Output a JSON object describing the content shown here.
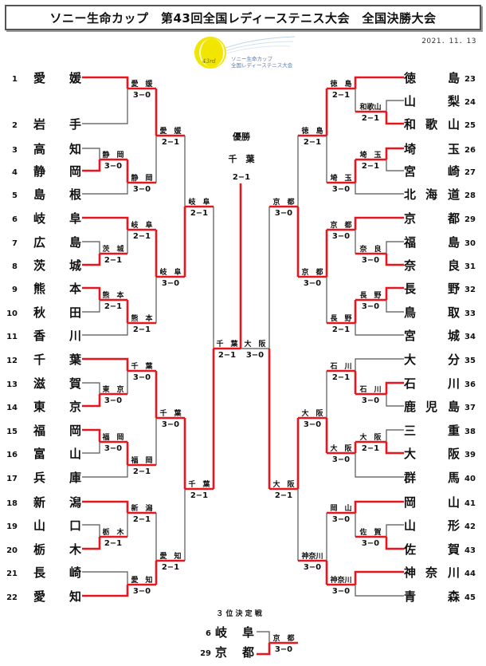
{
  "header": {
    "title": "ソニー生命カップ　第43回全国レディーステニス大会　全国決勝大会",
    "date": "2021．11．13",
    "logo": {
      "edition": "43rd",
      "line1": "ソニー生命カップ",
      "line2": "全国レディーステニス大会",
      "ball_color": "#f2e600"
    }
  },
  "colors": {
    "winner_line": "#e8141e",
    "loser_line": "#555555"
  },
  "left_entries": [
    {
      "no": "1",
      "a": "愛",
      "b": "媛"
    },
    {
      "no": "2",
      "a": "岩",
      "b": "手"
    },
    {
      "no": "3",
      "a": "高",
      "b": "知"
    },
    {
      "no": "4",
      "a": "静",
      "b": "岡"
    },
    {
      "no": "5",
      "a": "島",
      "b": "根"
    },
    {
      "no": "6",
      "a": "岐",
      "b": "阜"
    },
    {
      "no": "7",
      "a": "広",
      "b": "島"
    },
    {
      "no": "8",
      "a": "茨",
      "b": "城"
    },
    {
      "no": "9",
      "a": "熊",
      "b": "本"
    },
    {
      "no": "10",
      "a": "秋",
      "b": "田"
    },
    {
      "no": "11",
      "a": "香",
      "b": "川"
    },
    {
      "no": "12",
      "a": "千",
      "b": "葉"
    },
    {
      "no": "13",
      "a": "滋",
      "b": "賀"
    },
    {
      "no": "14",
      "a": "東",
      "b": "京"
    },
    {
      "no": "15",
      "a": "福",
      "b": "岡"
    },
    {
      "no": "16",
      "a": "富",
      "b": "山"
    },
    {
      "no": "17",
      "a": "兵",
      "b": "庫"
    },
    {
      "no": "18",
      "a": "新",
      "b": "潟"
    },
    {
      "no": "19",
      "a": "山",
      "b": "口"
    },
    {
      "no": "20",
      "a": "栃",
      "b": "木"
    },
    {
      "no": "21",
      "a": "長",
      "b": "崎"
    },
    {
      "no": "22",
      "a": "愛",
      "b": "知"
    }
  ],
  "right_entries": [
    {
      "no": "23",
      "a": "徳",
      "m": "",
      "b": "島"
    },
    {
      "no": "24",
      "a": "山",
      "m": "",
      "b": "梨"
    },
    {
      "no": "25",
      "a": "和",
      "m": "歌",
      "b": "山"
    },
    {
      "no": "26",
      "a": "埼",
      "m": "",
      "b": "玉"
    },
    {
      "no": "27",
      "a": "宮",
      "m": "",
      "b": "崎"
    },
    {
      "no": "28",
      "a": "北",
      "m": "海",
      "b": "道"
    },
    {
      "no": "29",
      "a": "京",
      "m": "",
      "b": "都"
    },
    {
      "no": "30",
      "a": "福",
      "m": "",
      "b": "島"
    },
    {
      "no": "31",
      "a": "奈",
      "m": "",
      "b": "良"
    },
    {
      "no": "32",
      "a": "長",
      "m": "",
      "b": "野"
    },
    {
      "no": "33",
      "a": "鳥",
      "m": "",
      "b": "取"
    },
    {
      "no": "34",
      "a": "宮",
      "m": "",
      "b": "城"
    },
    {
      "no": "35",
      "a": "大",
      "m": "",
      "b": "分"
    },
    {
      "no": "36",
      "a": "石",
      "m": "",
      "b": "川"
    },
    {
      "no": "37",
      "a": "鹿",
      "m": "児",
      "b": "島"
    },
    {
      "no": "38",
      "a": "三",
      "m": "",
      "b": "重"
    },
    {
      "no": "39",
      "a": "大",
      "m": "",
      "b": "阪"
    },
    {
      "no": "40",
      "a": "群",
      "m": "",
      "b": "馬"
    },
    {
      "no": "41",
      "a": "岡",
      "m": "",
      "b": "山"
    },
    {
      "no": "42",
      "a": "山",
      "m": "",
      "b": "形"
    },
    {
      "no": "43",
      "a": "佐",
      "m": "",
      "b": "賀"
    },
    {
      "no": "44",
      "a": "神",
      "m": "奈",
      "b": "川"
    },
    {
      "no": "45",
      "a": "青",
      "m": "",
      "b": "森"
    }
  ],
  "left_matches": [
    {
      "id": "L1",
      "round": 1,
      "top": "e1",
      "bottom": "e2",
      "winner": "top",
      "winner_name": "愛　媛",
      "score": "3−0"
    },
    {
      "id": "L2",
      "round": 1,
      "top": "e3",
      "bottom": "e4",
      "winner": "bottom",
      "winner_name": "静　岡",
      "score": "3−0"
    },
    {
      "id": "L3",
      "round": 2,
      "top": "L2",
      "bottom": "e5",
      "winner": "top",
      "winner_name": "静　岡",
      "score": "3−0"
    },
    {
      "id": "L4",
      "round": 3,
      "top": "L1",
      "bottom": "L3",
      "winner": "top",
      "winner_name": "愛　媛",
      "score": "2−1"
    },
    {
      "id": "L5",
      "round": 1,
      "top": "e7",
      "bottom": "e8",
      "winner": "bottom",
      "winner_name": "茨　城",
      "score": "2−1"
    },
    {
      "id": "L6",
      "round": 2,
      "top": "e6",
      "bottom": "L5",
      "winner": "top",
      "winner_name": "岐　阜",
      "score": "2−1"
    },
    {
      "id": "L7",
      "round": 1,
      "top": "e9",
      "bottom": "e10",
      "winner": "top",
      "winner_name": "熊　本",
      "score": "2−1"
    },
    {
      "id": "L8",
      "round": 2,
      "top": "L7",
      "bottom": "e11",
      "winner": "top",
      "winner_name": "熊　本",
      "score": "2−1"
    },
    {
      "id": "L9",
      "round": 3,
      "top": "L6",
      "bottom": "L8",
      "winner": "top",
      "winner_name": "岐　阜",
      "score": "3−0"
    },
    {
      "id": "L10",
      "round": 4,
      "top": "L4",
      "bottom": "L9",
      "winner": "bottom",
      "winner_name": "岐　阜",
      "score": "2−1"
    },
    {
      "id": "L11",
      "round": 1,
      "top": "e13",
      "bottom": "e14",
      "winner": "bottom",
      "winner_name": "東　京",
      "score": "3−0"
    },
    {
      "id": "L12",
      "round": 2,
      "top": "e12",
      "bottom": "L11",
      "winner": "top",
      "winner_name": "千　葉",
      "score": "3−0"
    },
    {
      "id": "L13",
      "round": 1,
      "top": "e15",
      "bottom": "e16",
      "winner": "top",
      "winner_name": "福　岡",
      "score": "3−0"
    },
    {
      "id": "L14",
      "round": 2,
      "top": "L13",
      "bottom": "e17",
      "winner": "top",
      "winner_name": "福　岡",
      "score": "2−1"
    },
    {
      "id": "L15",
      "round": 3,
      "top": "L12",
      "bottom": "L14",
      "winner": "top",
      "winner_name": "千　葉",
      "score": "3−0"
    },
    {
      "id": "L16",
      "round": 1,
      "top": "e19",
      "bottom": "e20",
      "winner": "bottom",
      "winner_name": "栃　木",
      "score": "2−1"
    },
    {
      "id": "L17",
      "round": 2,
      "top": "e18",
      "bottom": "L16",
      "winner": "top",
      "winner_name": "新　潟",
      "score": "2−1"
    },
    {
      "id": "L18",
      "round": 2,
      "top": "e21",
      "bottom": "e22",
      "winner": "bottom",
      "winner_name": "愛　知",
      "score": "3−0"
    },
    {
      "id": "L19",
      "round": 3,
      "top": "L17",
      "bottom": "L18",
      "winner": "bottom",
      "winner_name": "愛　知",
      "score": "2−1"
    },
    {
      "id": "L20",
      "round": 4,
      "top": "L15",
      "bottom": "L19",
      "winner": "top",
      "winner_name": "千　葉",
      "score": "2−1"
    },
    {
      "id": "L21",
      "round": 5,
      "top": "L10",
      "bottom": "L20",
      "winner": "bottom",
      "winner_name": "千　葉",
      "score": "2−1"
    }
  ],
  "right_matches": [
    {
      "id": "R1",
      "round": 1,
      "top": "e24",
      "bottom": "e25",
      "winner": "bottom",
      "winner_name": "和歌山",
      "score": "2−1"
    },
    {
      "id": "R2",
      "round": 2,
      "top": "e23",
      "bottom": "R1",
      "winner": "top",
      "winner_name": "徳　島",
      "score": "2−1"
    },
    {
      "id": "R3",
      "round": 1,
      "top": "e26",
      "bottom": "e27",
      "winner": "top",
      "winner_name": "埼　玉",
      "score": "2−1"
    },
    {
      "id": "R4",
      "round": 2,
      "top": "R3",
      "bottom": "e28",
      "winner": "top",
      "winner_name": "埼　玉",
      "score": "3−0"
    },
    {
      "id": "R5",
      "round": 3,
      "top": "R2",
      "bottom": "R4",
      "winner": "top",
      "winner_name": "徳　島",
      "score": "2−1"
    },
    {
      "id": "R6",
      "round": 1,
      "top": "e30",
      "bottom": "e31",
      "winner": "bottom",
      "winner_name": "奈　良",
      "score": "3−0"
    },
    {
      "id": "R7",
      "round": 2,
      "top": "e29",
      "bottom": "R6",
      "winner": "top",
      "winner_name": "京　都",
      "score": "3−0"
    },
    {
      "id": "R8",
      "round": 1,
      "top": "e32",
      "bottom": "e33",
      "winner": "top",
      "winner_name": "長　野",
      "score": "3−0"
    },
    {
      "id": "R9",
      "round": 2,
      "top": "R8",
      "bottom": "e34",
      "winner": "top",
      "winner_name": "長　野",
      "score": "2−1"
    },
    {
      "id": "R10",
      "round": 3,
      "top": "R7",
      "bottom": "R9",
      "winner": "top",
      "winner_name": "京　都",
      "score": "3−0"
    },
    {
      "id": "R11",
      "round": 4,
      "top": "R5",
      "bottom": "R10",
      "winner": "bottom",
      "winner_name": "京　都",
      "score": "3−0"
    },
    {
      "id": "R12",
      "round": 1,
      "top": "e35",
      "bottom": "e36",
      "winner": "bottom",
      "winner_name": "石　川",
      "score": "2−1"
    },
    {
      "id": "R13",
      "round": 1,
      "top": "e36b",
      "bottom": "e37",
      "winner": "top",
      "winner_name": "石　川",
      "score": "3−0"
    },
    {
      "id": "R14",
      "round": 1,
      "top": "e38",
      "bottom": "e39",
      "winner": "bottom",
      "winner_name": "大　阪",
      "score": "2−1"
    },
    {
      "id": "R15",
      "round": 2,
      "top": "R14",
      "bottom": "e40",
      "winner": "top",
      "winner_name": "大　阪",
      "score": "3−0"
    },
    {
      "id": "R16",
      "round": 3,
      "top": "R12",
      "bottom": "R15",
      "winner": "bottom",
      "winner_name": "大　阪",
      "score": "3−0"
    },
    {
      "id": "R17",
      "round": 1,
      "top": "e42",
      "bottom": "e43",
      "winner": "bottom",
      "winner_name": "佐　賀",
      "score": "3−0"
    },
    {
      "id": "R18",
      "round": 2,
      "top": "e41",
      "bottom": "R17",
      "winner": "top",
      "winner_name": "岡　山",
      "score": "3−0"
    },
    {
      "id": "R19",
      "round": 2,
      "top": "e44",
      "bottom": "e45",
      "winner": "top",
      "winner_name": "神奈川",
      "score": "3−0"
    },
    {
      "id": "R20",
      "round": 3,
      "top": "R18",
      "bottom": "R19",
      "winner": "bottom",
      "winner_name": "神奈川",
      "score": "3−0"
    },
    {
      "id": "R21",
      "round": 4,
      "top": "R16",
      "bottom": "R20",
      "winner": "top",
      "winner_name": "大　阪",
      "score": "2−1"
    },
    {
      "id": "R22",
      "round": 5,
      "top": "R11",
      "bottom": "R21",
      "winner": "bottom",
      "winner_name": "大　阪",
      "score": "3−0"
    }
  ],
  "final": {
    "label": "優勝",
    "champion": "千　葉",
    "score": "2−1",
    "left_name": "千　葉",
    "left_score": "2−1",
    "right_name": "大　阪",
    "right_score": "3−0"
  },
  "third_place": {
    "label": "３ 位 決 定 戦",
    "entry1": {
      "no": "6",
      "a": "岐",
      "b": "阜"
    },
    "entry2": {
      "no": "29",
      "a": "京",
      "b": "都"
    },
    "winner_name": "京　都",
    "score": "3−0"
  }
}
